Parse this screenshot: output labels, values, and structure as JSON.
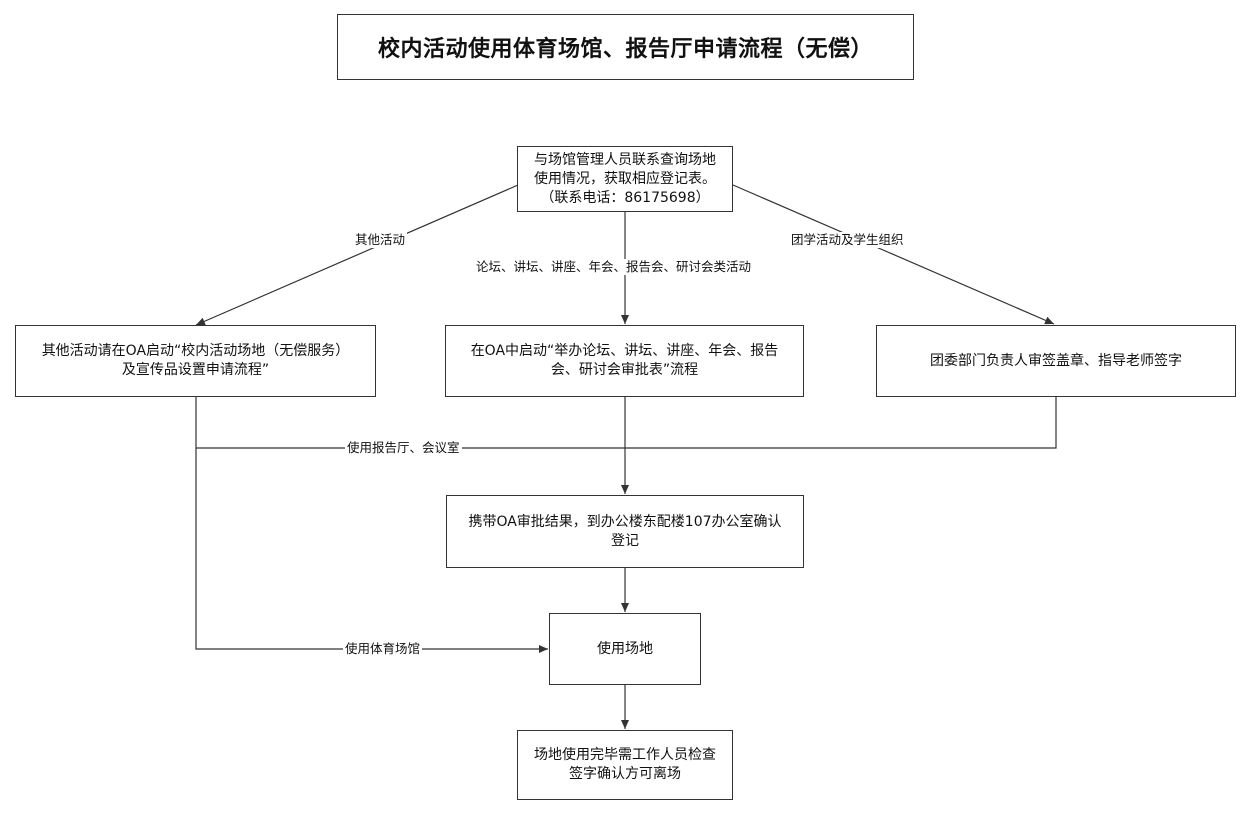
{
  "title": "校内活动使用体育场馆、报告厅申请流程（无偿）",
  "nodes": {
    "contact": "与场馆管理人员联系查询场地\n使用情况，获取相应登记表。\n（联系电话：86175698）",
    "other_oa": "其他活动请在OA启动“校内活动场地（无偿服务）\n及宣传品设置申请流程”",
    "forum_oa": "在OA中启动“举办论坛、讲坛、讲座、年会、报告\n会、研讨会审批表”流程",
    "youth_league": "团委部门负责人审签盖章、指导老师签字",
    "register": "携带OA审批结果，到办公楼东配楼107办公室确认\n登记",
    "use_venue": "使用场地",
    "check_out": "场地使用完毕需工作人员检查\n签字确认方可离场"
  },
  "edge_labels": {
    "other_activities": "其他活动",
    "forum_types": "论坛、讲坛、讲座、年会、报告会、研讨会类活动",
    "league_student": "团学活动及学生组织",
    "use_hall": "使用报告厅、会议室",
    "use_gym": "使用体育场馆"
  },
  "colors": {
    "line": "#333333",
    "border": "#333333",
    "background": "#ffffff"
  }
}
